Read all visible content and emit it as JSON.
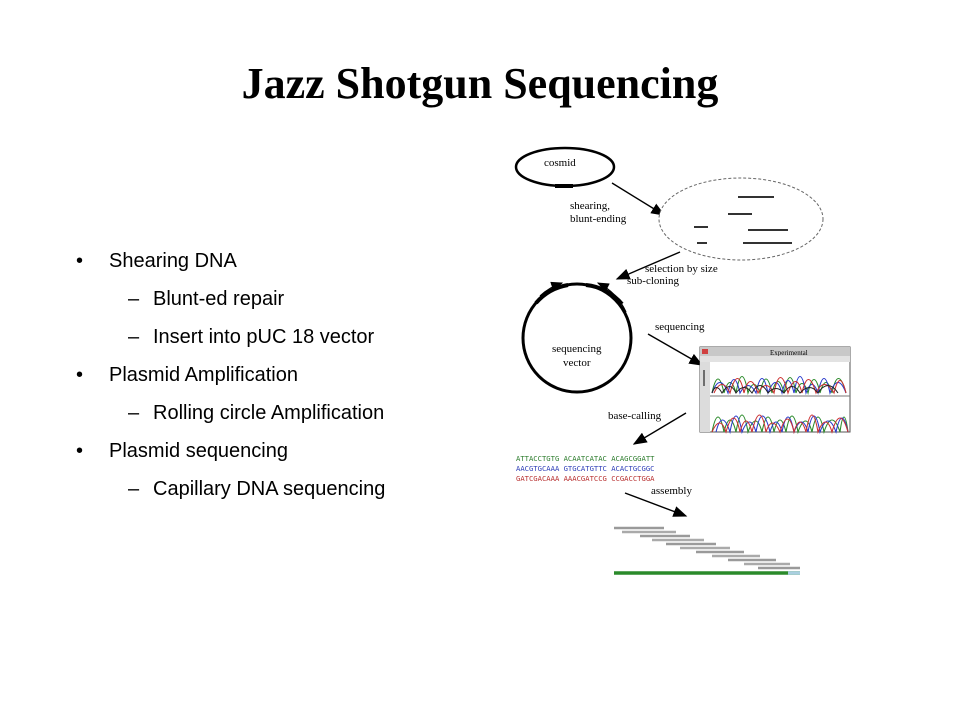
{
  "slide": {
    "title": "Jazz Shotgun Sequencing",
    "bullets": [
      {
        "level": 1,
        "text": "Shearing DNA"
      },
      {
        "level": 2,
        "text": "Blunt-ed repair"
      },
      {
        "level": 2,
        "text": "Insert into pUC 18 vector"
      },
      {
        "level": 1,
        "text": "Plasmid Amplification"
      },
      {
        "level": 2,
        "text": "Rolling circle Amplification"
      },
      {
        "level": 1,
        "text": "Plasmid sequencing"
      },
      {
        "level": 2,
        "text": "Capillary DNA sequencing"
      }
    ],
    "bullet_symbol": "•",
    "dash_symbol": "–"
  },
  "diagram": {
    "cosmid_label": "cosmid",
    "shearing_label_1": "shearing,",
    "shearing_label_2": "blunt-ending",
    "selection_label": "selection by size",
    "subcloning_label": "sub-cloning",
    "vector_label_1": "sequencing",
    "vector_label_2": "vector",
    "sequencing_label": "sequencing",
    "window_title": "Experimental",
    "basecalling_label": "base-calling",
    "seq_line_1": "ATTACCTGTG ACAATCATAC ACAGCGGATT",
    "seq_line_2": "AACGTGCAAA GTGCATGTTC ACACTGCGGC",
    "seq_line_3": "GATCGACAAA AAACGATCCG CCGACCTGGA",
    "assembly_label": "assembly"
  }
}
